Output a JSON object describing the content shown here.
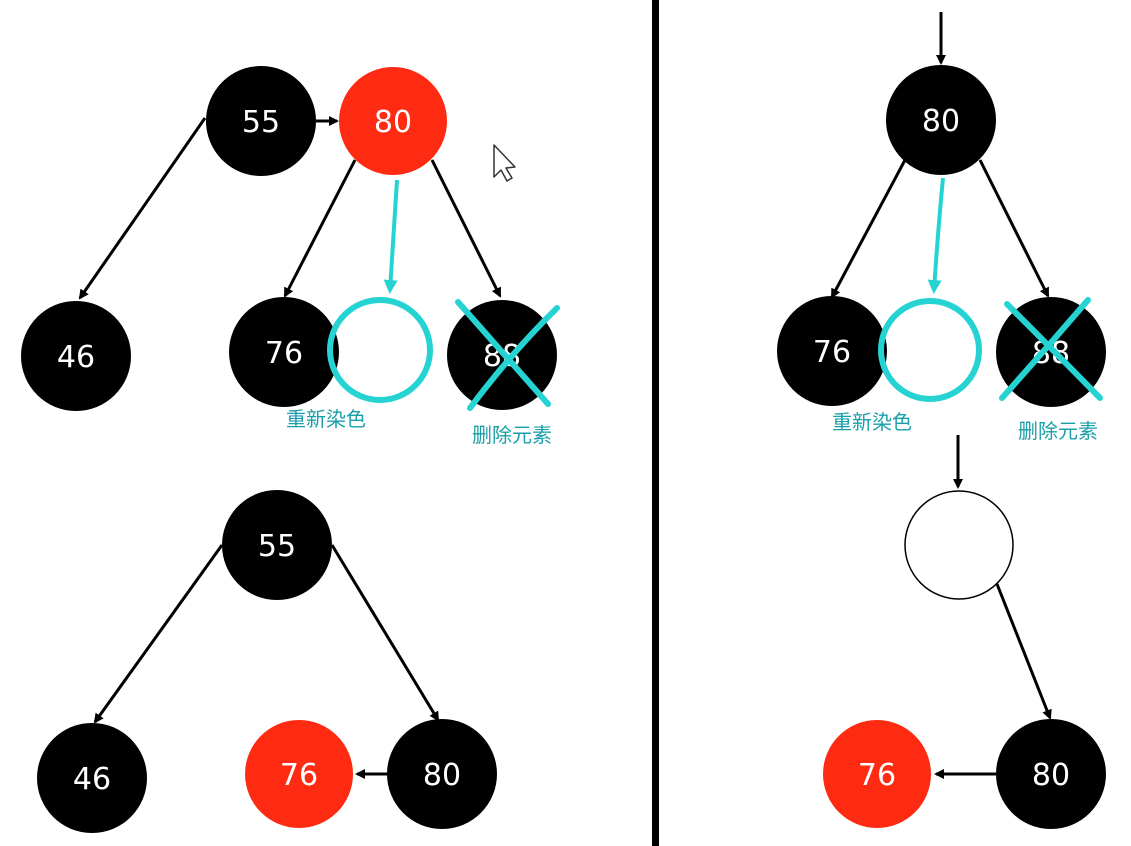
{
  "colors": {
    "black_node": "#000000",
    "red_node": "#ff2a12",
    "empty_node": "#ffffff",
    "edge": "#000000",
    "annotation": "#26d3d3",
    "annotation_text": "#1a9fa8",
    "divider": "#000000"
  },
  "panels": {
    "left_top": {
      "nodes": {
        "n55": "55",
        "n80": "80",
        "n46": "46",
        "n76": "76",
        "n88": "88"
      },
      "recolor_label": "重新染色",
      "delete_label": "删除元素"
    },
    "left_bottom": {
      "nodes": {
        "n55": "55",
        "n46": "46",
        "n76": "76",
        "n80": "80"
      }
    },
    "right_top": {
      "nodes": {
        "n80": "80",
        "n76": "76",
        "n88": "88"
      },
      "recolor_label": "重新染色",
      "delete_label": "删除元素"
    },
    "right_bottom": {
      "nodes": {
        "n76": "76",
        "n80": "80"
      }
    }
  },
  "icons": [
    "mouse-cursor-icon"
  ]
}
